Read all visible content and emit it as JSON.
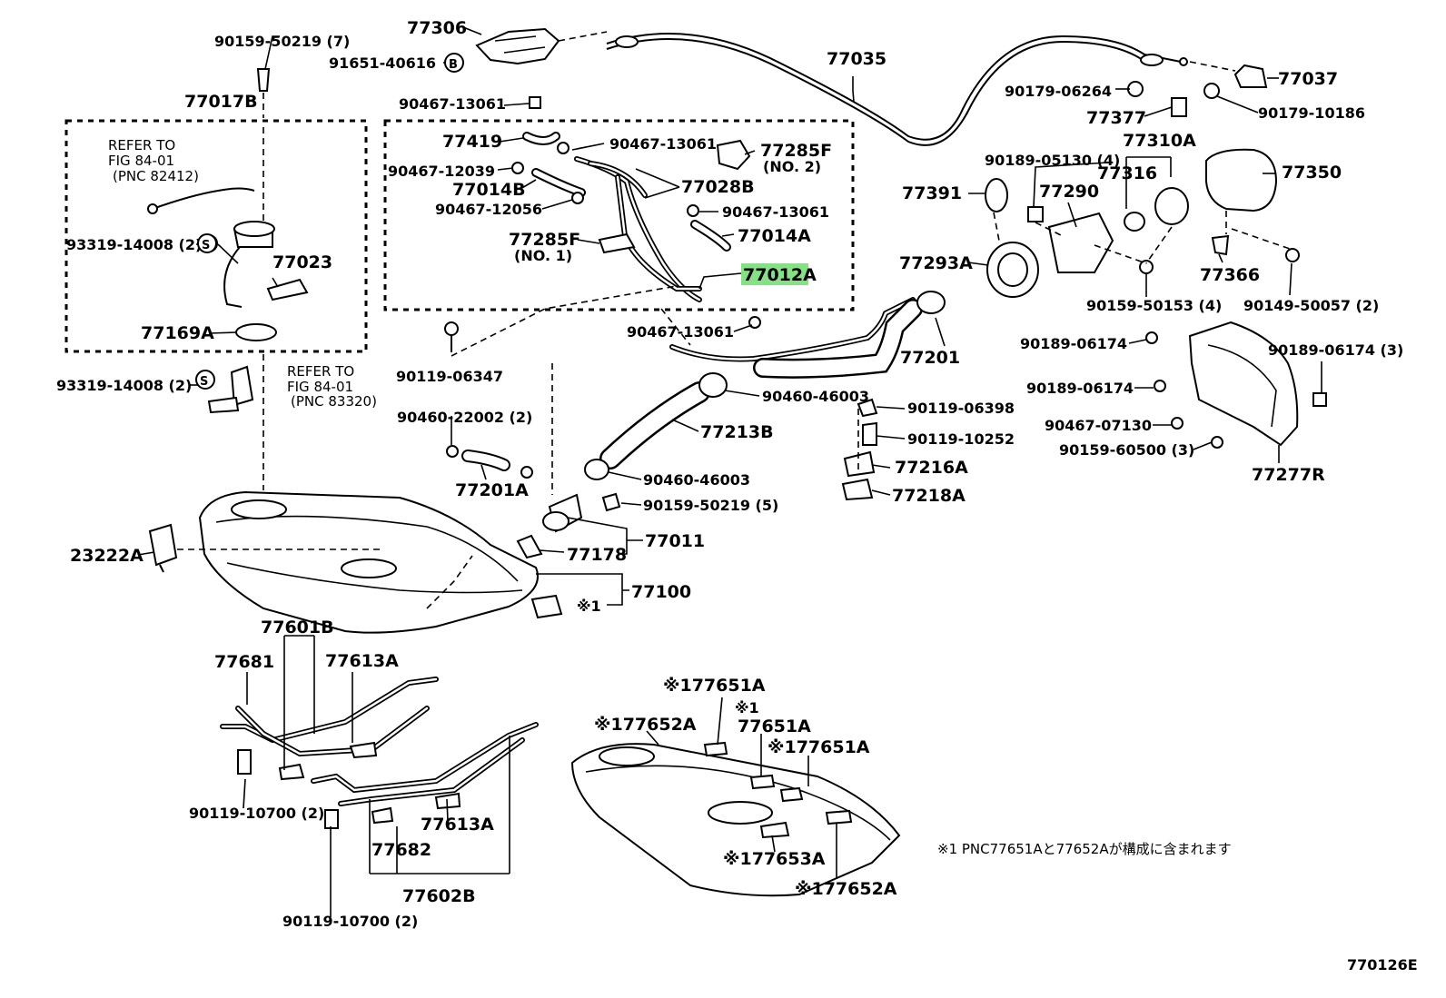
{
  "diagram_code": "770126E",
  "highlight_color": "#86e086",
  "highlighted_part": "77012A",
  "footnote": "※1 PNC77651Aと77652Aが構成に含まれます",
  "refer_upper": [
    "REFER TO",
    "FIG 84-01",
    "(PNC 82412)"
  ],
  "refer_lower": [
    "REFER TO",
    "FIG 84-01",
    "(PNC 83320)"
  ],
  "part_labels": {
    "p77306": "77306",
    "p91651_40616": "91651-40616",
    "p90159_50219_7": "90159-50219 (7)",
    "p77035": "77035",
    "p77037": "77037",
    "p90179_06264": "90179-06264",
    "p77377": "77377",
    "p90179_10186": "90179-10186",
    "p77017B": "77017B",
    "p90467_13061_a": "90467-13061",
    "p77419": "77419",
    "p90467_13061_b": "90467-13061",
    "p77285F_no2": "77285F",
    "no2": "(NO. 2)",
    "p90467_12039": "90467-12039",
    "p77014B": "77014B",
    "p77028B": "77028B",
    "p90467_12056": "90467-12056",
    "p90467_13061_c": "90467-13061",
    "p77285F_no1": "77285F",
    "no1": "(NO. 1)",
    "p77014A": "77014A",
    "p77012A": "77012A",
    "p93319_14008_a": "93319-14008 (2)",
    "p77023": "77023",
    "p77169A": "77169A",
    "p90467_13061_d": "90467-13061",
    "p90119_06347": "90119-06347",
    "p93319_14008_b": "93319-14008 (2)",
    "p77310A": "77310A",
    "p90189_05130": "90189-05130 (4)",
    "p77316": "77316",
    "p77350": "77350",
    "p77391": "77391",
    "p77290": "77290",
    "p77293A": "77293A",
    "p77366": "77366",
    "p90159_50153": "90159-50153 (4)",
    "p90149_50057": "90149-50057 (2)",
    "p77201": "77201",
    "p90189_06174_a": "90189-06174",
    "p90189_06174_3": "90189-06174 (3)",
    "p90460_46003_a": "90460-46003",
    "p90119_06398": "90119-06398",
    "p90189_06174_b": "90189-06174",
    "p90460_22002": "90460-22002 (2)",
    "p77213B": "77213B",
    "p90119_10252": "90119-10252",
    "p90467_07130": "90467-07130",
    "p90159_60500": "90159-60500 (3)",
    "p77216A": "77216A",
    "p77277R": "77277R",
    "p90460_46003_b": "90460-46003",
    "p77201A": "77201A",
    "p77218A": "77218A",
    "p90159_50219_5": "90159-50219 (5)",
    "p77011": "77011",
    "p23222A": "23222A",
    "p77178": "77178",
    "p77100": "77100",
    "mark1": "※1",
    "p77601B": "77601B",
    "p77681": "77681",
    "p77613A_a": "77613A",
    "p77651A_a": "※177651A",
    "mark1b": "※1",
    "p77651A_b": "77651A",
    "p77652A_a": "※177652A",
    "p77651A_c": "※177651A",
    "p90119_10700_a": "90119-10700 (2)",
    "p77613A_b": "77613A",
    "p77682": "77682",
    "p77653A": "※177653A",
    "p77602B": "77602B",
    "p77652A_b": "※177652A",
    "p90119_10700_b": "90119-10700 (2)"
  }
}
